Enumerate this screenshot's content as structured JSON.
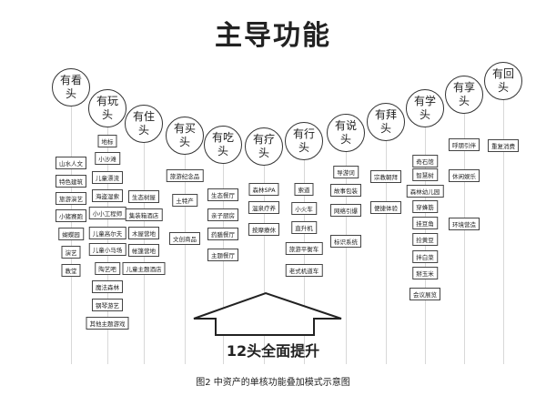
{
  "title": "主导功能",
  "columns": [
    {
      "head": "有看头",
      "items": [
        "山水人文",
        "特色建筑",
        "旅游演艺",
        "小猪赛跑",
        "蝴蝶园",
        "演艺",
        "教堂"
      ]
    },
    {
      "head": "有玩头",
      "items": [
        "地标",
        "小沙滩",
        "儿童漂流",
        "海盗湿索",
        "小小工程师",
        "儿童高尔夫",
        "儿童小马场",
        "陶艺吧",
        "魔法森林",
        "钢琴游艺",
        "其他主题游戏"
      ]
    },
    {
      "head": "有住头",
      "items": [
        "生态树屋",
        "集装箱酒店",
        "木屋营地",
        "帐篷营地",
        "儿童主题酒店"
      ]
    },
    {
      "head": "有买头",
      "items": [
        "旅游纪念品",
        "土特产",
        "文创商品"
      ]
    },
    {
      "head": "有吃头",
      "items": [
        "生态餐厅",
        "亲子厨房",
        "药膳餐厅",
        "主题餐厅"
      ]
    },
    {
      "head": "有疗头",
      "items": [
        "森林SPA",
        "温泉疗养",
        "按摩療休"
      ]
    },
    {
      "head": "有行头",
      "items": [
        "索道",
        "小火车",
        "直升机",
        "旅游平衡车",
        "老式机道车"
      ]
    },
    {
      "head": "有说头",
      "items": [
        "导游词",
        "故事包装",
        "网络引爆",
        "标识系统"
      ]
    },
    {
      "head": "有拜头",
      "items": [
        "宗教朝拜",
        "便捷体验"
      ]
    },
    {
      "head": "有学头",
      "items": [
        "奇石馆",
        "智慧树",
        "森林幼儿园",
        "穿蜂筋",
        "挂豆角",
        "捡黄豆",
        "拌白菜",
        "掰玉米",
        "会议展览"
      ]
    },
    {
      "head": "有享头",
      "items": [
        "呼朋引伴",
        "休闲娱乐",
        "环境营造"
      ]
    },
    {
      "head": "有回头",
      "items": [
        "重复消费"
      ]
    }
  ],
  "slogan": "12头全面提升",
  "caption": "图2 中资产的单核功能叠加模式示意图"
}
